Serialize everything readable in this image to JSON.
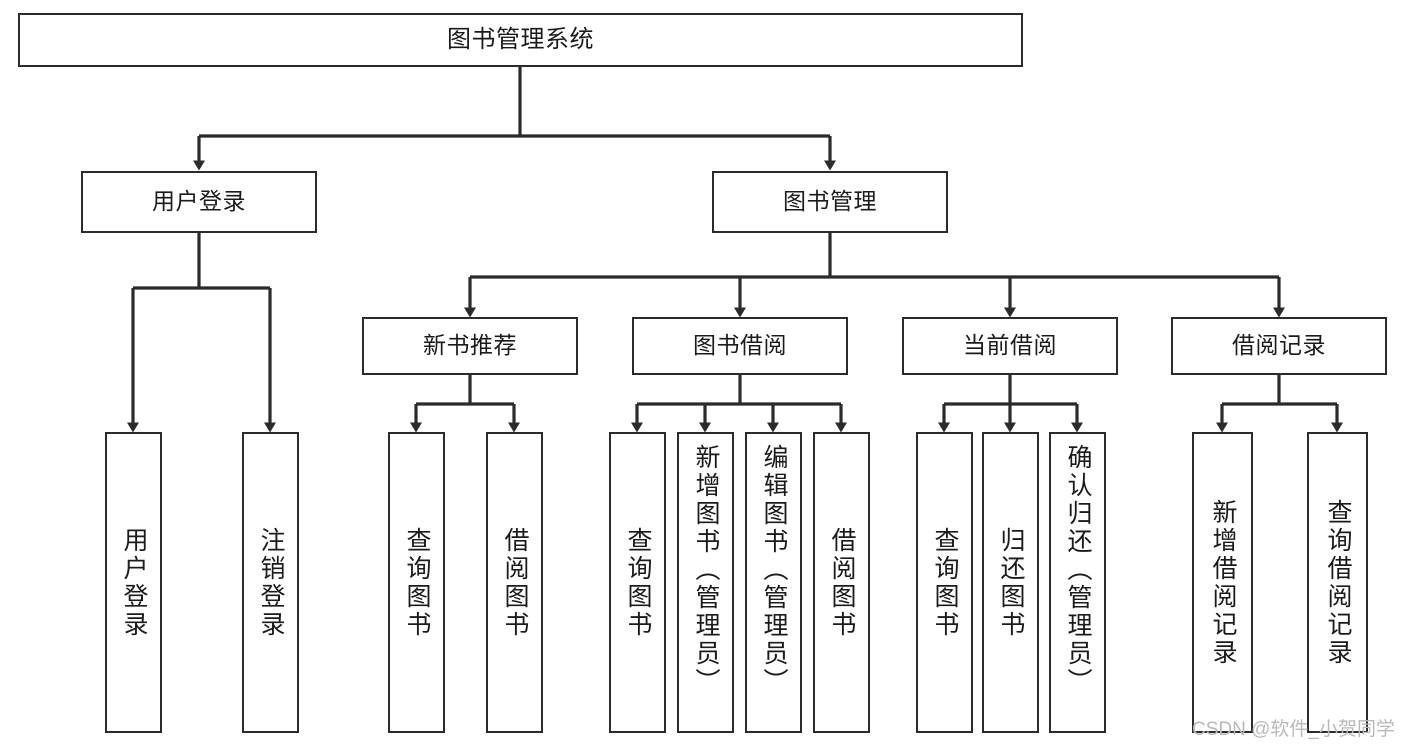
{
  "diagram": {
    "type": "tree-hierarchy",
    "title": "图书管理系统",
    "orientation": "top-down",
    "watermark": "CSDN @软件_小贺同学",
    "colors": {
      "box_border": "#2b2b2b",
      "box_fill": "#ffffff",
      "edge": "#2b2b2b",
      "text": "#1b1b1b",
      "watermark": "#b9b9b9",
      "background": "#ffffff"
    },
    "nodes": {
      "root": {
        "label": "图书管理系统"
      },
      "level2": [
        {
          "id": "user_login",
          "label": "用户登录"
        },
        {
          "id": "book_manage",
          "label": "图书管理"
        }
      ],
      "level3": [
        {
          "id": "new_book_rec",
          "label": "新书推荐"
        },
        {
          "id": "book_borrow",
          "label": "图书借阅"
        },
        {
          "id": "current_borrow",
          "label": "当前借阅"
        },
        {
          "id": "borrow_record",
          "label": "借阅记录"
        }
      ],
      "leaves": [
        {
          "id": "leaf_user_login",
          "label": "用户登录",
          "parent": "user_login"
        },
        {
          "id": "leaf_logout",
          "label": "注销登录",
          "parent": "user_login"
        },
        {
          "id": "leaf_query_book_1",
          "label": "查询图书",
          "parent": "new_book_rec"
        },
        {
          "id": "leaf_borrow_book_1",
          "label": "借阅图书",
          "parent": "new_book_rec"
        },
        {
          "id": "leaf_query_book_2",
          "label": "查询图书",
          "parent": "book_borrow"
        },
        {
          "id": "leaf_add_book",
          "label": "新增图书（管理员）",
          "parent": "book_borrow"
        },
        {
          "id": "leaf_edit_book",
          "label": "编辑图书（管理员）",
          "parent": "book_borrow"
        },
        {
          "id": "leaf_borrow_book_2",
          "label": "借阅图书",
          "parent": "book_borrow"
        },
        {
          "id": "leaf_query_book_3",
          "label": "查询图书",
          "parent": "current_borrow"
        },
        {
          "id": "leaf_return_book",
          "label": "归还图书",
          "parent": "current_borrow"
        },
        {
          "id": "leaf_confirm_return",
          "label": "确认归还（管理员）",
          "parent": "current_borrow"
        },
        {
          "id": "leaf_add_record",
          "label": "新增借阅记录",
          "parent": "borrow_record"
        },
        {
          "id": "leaf_query_record",
          "label": "查询借阅记录",
          "parent": "borrow_record"
        }
      ]
    }
  }
}
